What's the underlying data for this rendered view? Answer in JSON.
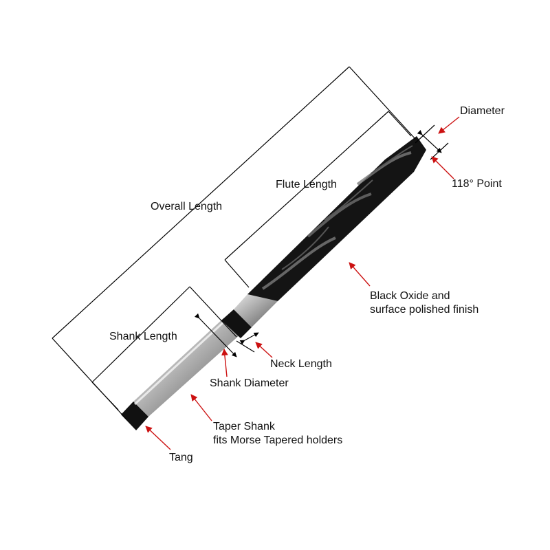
{
  "labels": {
    "overall_length": "Overall Length",
    "flute_length": "Flute Length",
    "diameter": "Diameter",
    "point": "118° Point",
    "finish_line1": "Black Oxide and",
    "finish_line2": "surface polished finish",
    "shank_length": "Shank Length",
    "neck_length": "Neck Length",
    "shank_diameter": "Shank Diameter",
    "taper_line1": "Taper Shank",
    "taper_line2": "fits Morse Tapered holders",
    "tang": "Tang"
  },
  "colors": {
    "pointer_arrow": "#cc1111",
    "dimension_line": "#000000",
    "flute_body": "#141414",
    "shank_steel": "#8c8c8c"
  }
}
